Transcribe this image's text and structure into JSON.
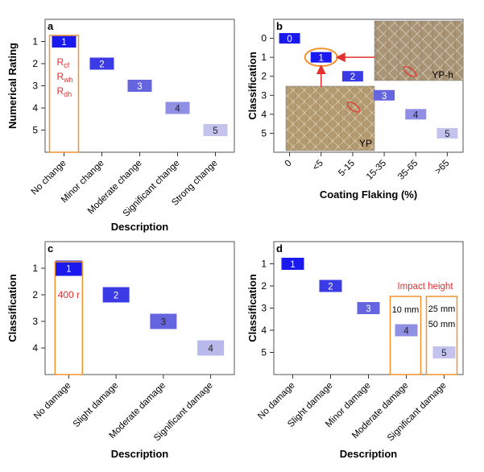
{
  "chart_data": [
    {
      "type": "bar",
      "panel_label": "a",
      "xlabel": "Description",
      "ylabel": "Numerical Rating",
      "categories": [
        "No change",
        "Minor change",
        "Moderate change",
        "Significant change",
        "Strong change"
      ],
      "values": [
        1,
        2,
        3,
        4,
        5
      ],
      "value_labels": [
        "1",
        "2",
        "3",
        "4",
        "5"
      ],
      "yticks": [
        "1",
        "2",
        "3",
        "4",
        "5"
      ],
      "ylim": [
        0,
        6
      ],
      "y_inverted": true,
      "annotations": [
        "R",
        "R",
        "R"
      ],
      "annotation_subscripts": [
        "cf",
        "wh",
        "dh"
      ],
      "highlight_category": "No change",
      "colors": {
        "bars": [
          "#1a1aee",
          "#3b3be6",
          "#6565e0",
          "#8f8fe3",
          "#c3c3ee"
        ],
        "annotation": "#e53030",
        "highlight": "#f0922e"
      }
    },
    {
      "type": "bar",
      "panel_label": "b",
      "xlabel": "Coating Flaking (%)",
      "ylabel": "Classification",
      "categories": [
        "0",
        "<5",
        "5-15",
        "15-35",
        "35-65",
        ">65"
      ],
      "values": [
        0,
        1,
        2,
        3,
        4,
        5
      ],
      "value_labels": [
        "0",
        "1",
        "2",
        "3",
        "4",
        "5"
      ],
      "yticks": [
        "0",
        "1",
        "2",
        "3",
        "4",
        "5"
      ],
      "ylim": [
        -1,
        6
      ],
      "y_inverted": true,
      "inset_labels": [
        "YP-h",
        "YP"
      ],
      "colors": {
        "bars": [
          "#1a1aee",
          "#1a1aee",
          "#3b3be6",
          "#6565e0",
          "#8f8fe3",
          "#c3c3ee"
        ],
        "arrow": "#e53030",
        "highlight": "#f0922e"
      }
    },
    {
      "type": "bar",
      "panel_label": "c",
      "xlabel": "Description",
      "ylabel": "Classification",
      "categories": [
        "No damage",
        "Slight damage",
        "Moderate damage",
        "Significant damage"
      ],
      "values": [
        1,
        2,
        3,
        4
      ],
      "value_labels": [
        "1",
        "2",
        "3",
        "4"
      ],
      "yticks": [
        "1",
        "2",
        "3",
        "4"
      ],
      "ylim": [
        0,
        5
      ],
      "y_inverted": true,
      "annotations": [
        "400 r"
      ],
      "highlight_category": "No damage",
      "colors": {
        "bars": [
          "#1a1aee",
          "#3b3be6",
          "#6565e0",
          "#b8b8ea"
        ],
        "annotation": "#e53030",
        "highlight": "#f0922e"
      }
    },
    {
      "type": "bar",
      "panel_label": "d",
      "xlabel": "Description",
      "ylabel": "Classification",
      "categories": [
        "No damage",
        "Slight damage",
        "Minor damage",
        "Moderate damage",
        "Significant damage"
      ],
      "values": [
        1,
        2,
        3,
        4,
        5
      ],
      "value_labels": [
        "1",
        "2",
        "3",
        "4",
        "5"
      ],
      "yticks": [
        "1",
        "2",
        "3",
        "4",
        "5"
      ],
      "ylim": [
        0,
        6
      ],
      "y_inverted": true,
      "annotations": [
        "Impact height",
        "10 mm",
        "25 mm",
        "50 mm"
      ],
      "colors": {
        "bars": [
          "#1a1aee",
          "#3b3be6",
          "#6565e0",
          "#8f8fe3",
          "#c3c3ee"
        ],
        "annotation": "#e53030",
        "highlight": "#f0922e"
      }
    }
  ]
}
